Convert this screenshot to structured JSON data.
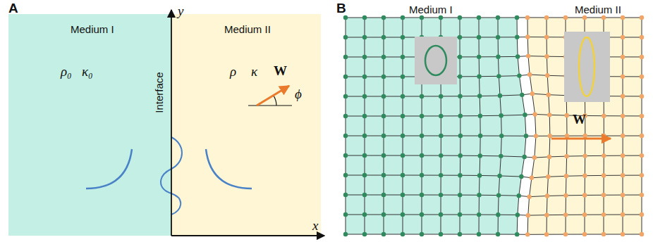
{
  "diagram": {
    "labels": [
      "A",
      "Medium I",
      "Medium II",
      "y",
      "Interface",
      "ρ₀",
      "κ₀",
      "ρ",
      "κ",
      "W",
      "ϕ",
      "x",
      "B",
      "Medium I",
      "Medium II",
      "W"
    ]
  }
}
